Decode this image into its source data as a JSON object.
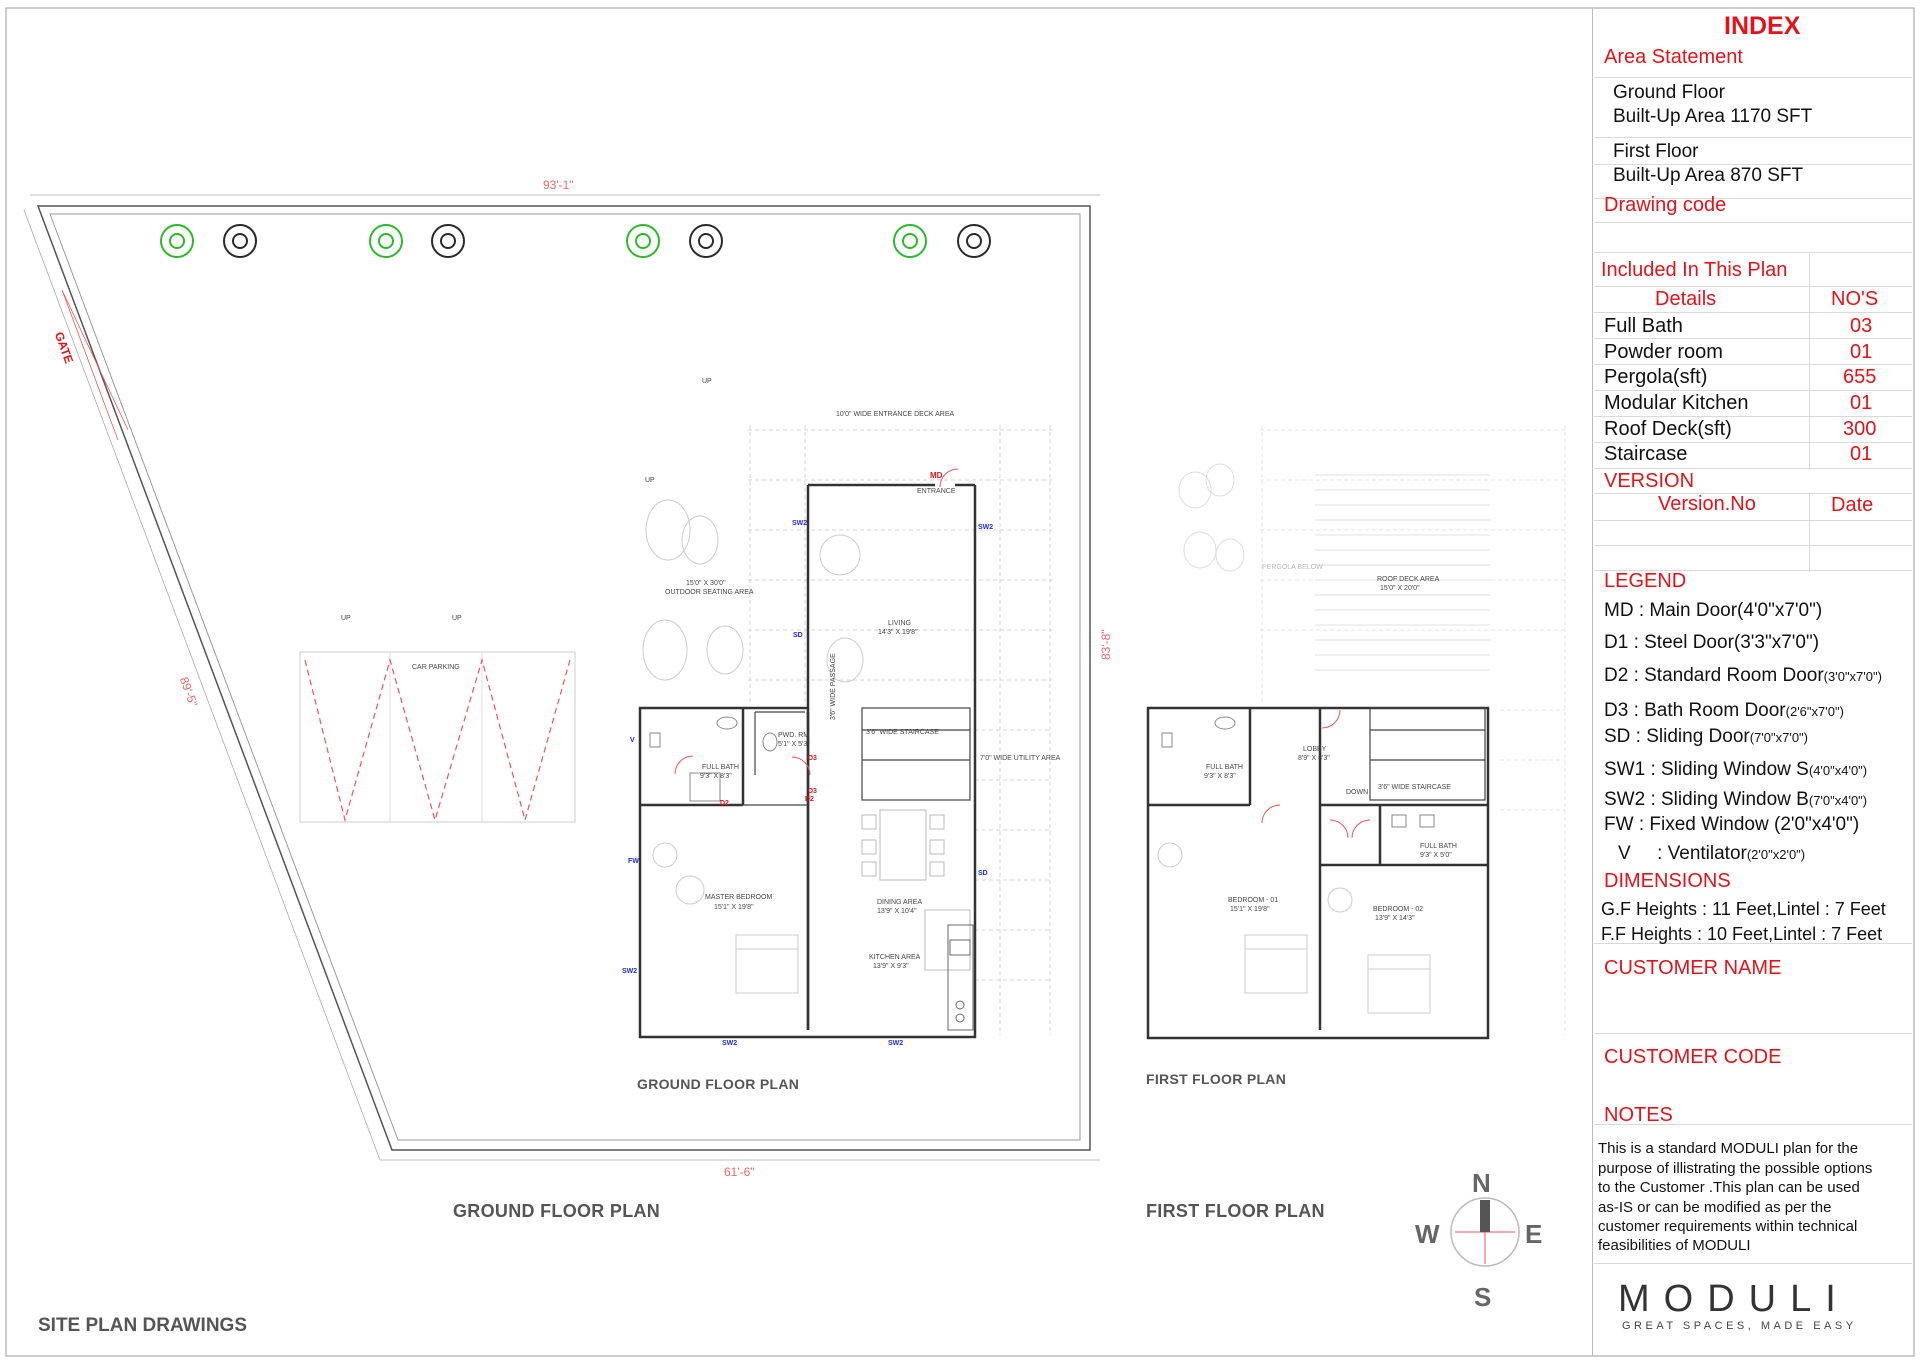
{
  "site": {
    "top_dimension": "93'-1\"",
    "left_dimension": "89'-5\"",
    "bottom_dimension": "61'-6\"",
    "gate_label": "GATE",
    "car_parking": "CAR PARKING",
    "up_label": "UP"
  },
  "ground_plan": {
    "title_inner": "GROUND FLOOR PLAN",
    "title_outer": "GROUND FLOOR PLAN",
    "side_dimension": "83'-8\"",
    "rooms": {
      "entrance_deck": "10'0\" WIDE ENTRANCE DECK AREA",
      "entrance": "ENTRANCE",
      "outdoor_seating": "15'0\" X 30'0\"",
      "outdoor_seating_2": "OUTDOOR SEATING AREA",
      "living": "LIVING",
      "living_size": "14'3\" X 19'8\"",
      "pwd": "PWD. RM",
      "pwd_size": "5'1\" X 5'3\"",
      "full_bath": "FULL BATH",
      "full_bath_size": "9'3\" X 8'3\"",
      "master": "MASTER BEDROOM",
      "master_size": "15'1\" X 19'8\"",
      "dining": "DINING AREA",
      "dining_size": "13'9\" X 10'4\"",
      "kitchen": "KITCHEN AREA",
      "kitchen_size": "13'9\" X 9'3\"",
      "passage": "3'6\" WIDE PASSAGE",
      "staircase": "3'6\" WIDE STAIRCASE",
      "utility": "7'0\" WIDE UTILITY AREA"
    },
    "tags": [
      "MD",
      "SW2",
      "SW2",
      "SD",
      "D3",
      "D3",
      "D2",
      "D2",
      "V",
      "FW",
      "SW2",
      "SW2",
      "SW2",
      "SD"
    ]
  },
  "first_plan": {
    "title_inner": "FIRST FLOOR PLAN",
    "title_outer": "FIRST FLOOR PLAN",
    "rooms": {
      "roof_deck": "ROOF DECK AREA",
      "roof_deck_size": "15'0\" X 20'0\"",
      "pergola_below": "PERGOLA BELOW",
      "lobby": "LOBBY",
      "lobby_size": "8'9\" X 8'3\"",
      "full_bath_a": "FULL BATH",
      "full_bath_a_size": "9'3\" X 8'3\"",
      "full_bath_b": "FULL BATH",
      "full_bath_b_size": "9'3\" X 5'0\"",
      "bedroom1": "BEDROOM - 01",
      "bedroom1_size": "15'1\" X 19'8\"",
      "bedroom2": "BEDROOM - 02",
      "bedroom2_size": "13'9\" X 14'3\"",
      "staircase": "3'6\" WIDE STAIRCASE",
      "down": "DOWN"
    }
  },
  "compass": {
    "n": "N",
    "s": "S",
    "e": "E",
    "w": "W"
  },
  "sheet_title": "SITE PLAN DRAWINGS",
  "index": {
    "title": "INDEX",
    "area_statement": "Area Statement",
    "ground_floor": "Ground Floor",
    "ground_area": "Built-Up Area 1170 SFT",
    "first_floor": "First Floor",
    "first_area": "Built-Up Area  870 SFT",
    "drawing_code": "Drawing code",
    "included": "Included In This Plan",
    "details_header": "Details",
    "nos_header": "NO'S",
    "items": [
      {
        "name": "Full Bath",
        "value": "03"
      },
      {
        "name": "Powder room",
        "value": "01"
      },
      {
        "name": "Pergola(sft)",
        "value": "655"
      },
      {
        "name": "Modular Kitchen",
        "value": "01"
      },
      {
        "name": "Roof Deck(sft)",
        "value": "300"
      },
      {
        "name": "Staircase",
        "value": "01"
      }
    ],
    "version": "VERSION",
    "version_no": "Version.No",
    "date": "Date",
    "legend": "LEGEND",
    "legend_items": [
      {
        "key": "MD : Main Door(",
        "size": "4'0\"x7'0\")"
      },
      {
        "key": "D1 : Steel Door(",
        "size": "3'3\"x7'0\")"
      },
      {
        "key": "D2 : Standard Room Door",
        "size": "(3'0\"x7'0\")"
      },
      {
        "key": "D3 : Bath Room Door",
        "size": "(2'6\"x7'0\")"
      },
      {
        "key": "SD : Sliding Door",
        "size": "(7'0\"x7'0\")"
      },
      {
        "key": "SW1 : Sliding Window S",
        "size": "(4'0\"x4'0\")"
      },
      {
        "key": "SW2 : Sliding Window B",
        "size": "(7'0\"x4'0\")"
      },
      {
        "key": "FW : Fixed Window (",
        "size": "2'0\"x4'0\")"
      },
      {
        "key": "V     : Ventilator",
        "size": "(2'0\"x2'0\")"
      }
    ],
    "dimensions": "DIMENSIONS",
    "gf_heights": "G.F Heights : 11 Feet,Lintel : 7 Feet",
    "ff_heights": "F.F Heights  : 10 Feet,Lintel : 7 Feet",
    "customer_name": "CUSTOMER NAME",
    "customer_code": "CUSTOMER CODE",
    "notes": "NOTES",
    "notes_lines": [
      "This is a standard MODULI plan for the",
      "purpose of illistrating the possible options",
      "to the Customer .This plan can be used",
      "as-IS or can be modified as per the",
      "customer requirements within technical",
      "feasibilities of MODULI"
    ],
    "brand": "MODULI",
    "tagline": "GREAT SPACES, MADE EASY"
  }
}
